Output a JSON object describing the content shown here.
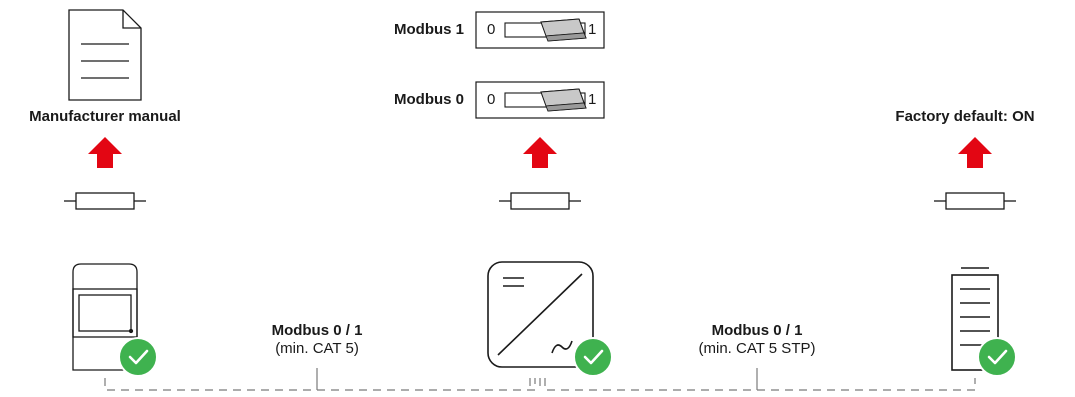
{
  "colors": {
    "arrow": "#e30613",
    "check": "#3fb24f",
    "line": "#1a1a1a",
    "dashed": "#7a7a7a",
    "dip_handle": "#c8c8c8"
  },
  "devices": [
    {
      "id": "meter",
      "icon": "energy-meter-icon",
      "status_icon": "check-icon",
      "above_arrow_label": "Manufacturer manual",
      "above_arrow_icon": "document-icon"
    },
    {
      "id": "inverter",
      "icon": "inverter-icon",
      "status_icon": "check-icon",
      "above_arrow_icon": "dip-switches"
    },
    {
      "id": "battery",
      "icon": "battery-icon",
      "status_icon": "check-icon",
      "above_arrow_label": "Factory default: ON"
    }
  ],
  "dip_switches": [
    {
      "label": "Modbus 1",
      "off_label": "0",
      "on_label": "1"
    },
    {
      "label": "Modbus 0",
      "off_label": "0",
      "on_label": "1"
    }
  ],
  "connections": [
    {
      "title": "Modbus 0 / 1",
      "spec": "(min. CAT 5)"
    },
    {
      "title": "Modbus 0 / 1",
      "spec": "(min. CAT 5 STP)"
    }
  ]
}
